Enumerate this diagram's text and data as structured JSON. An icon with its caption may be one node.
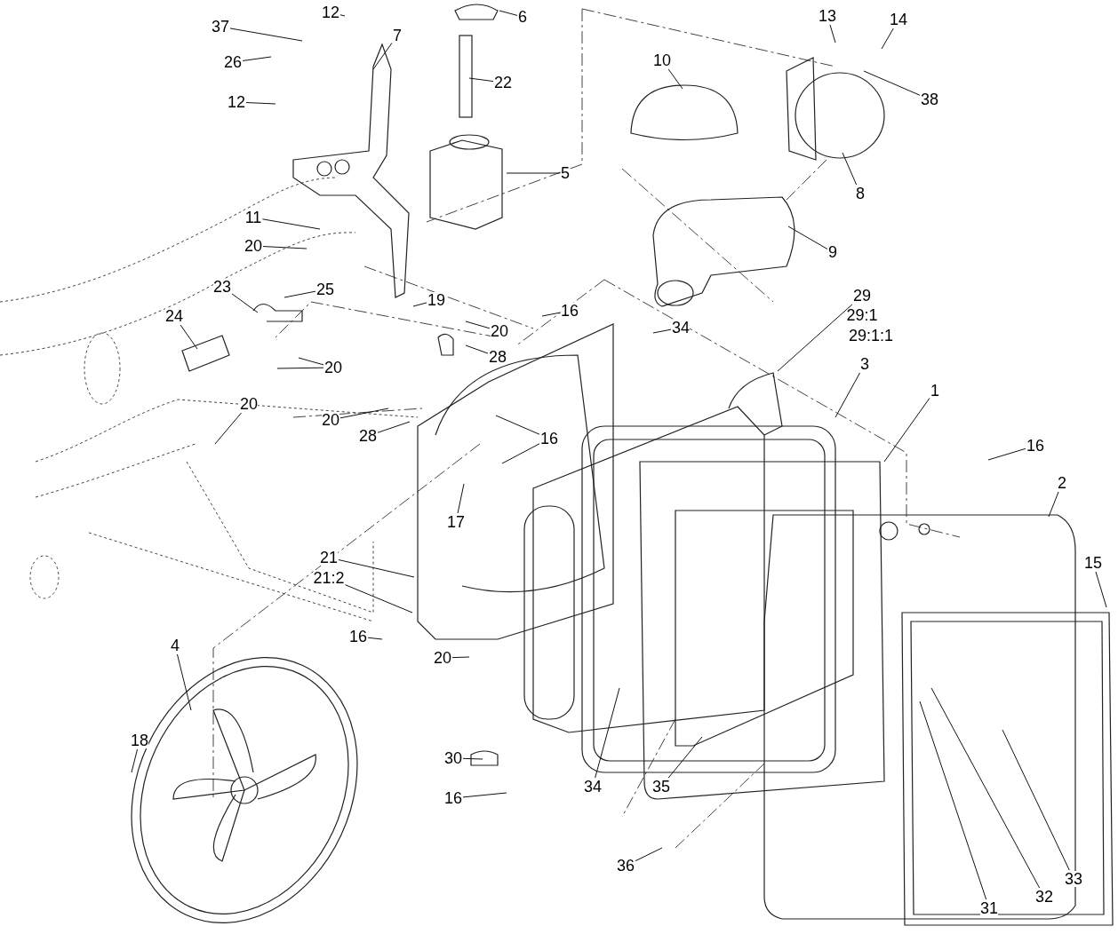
{
  "diagram": {
    "nodes": [
      {
        "text": [
          "12"
        ]
      },
      {
        "text": [
          "6"
        ]
      },
      {
        "text": [
          "37"
        ]
      },
      {
        "text": [
          "26"
        ]
      },
      {
        "text": [
          "7"
        ]
      },
      {
        "text": [
          "22"
        ]
      },
      {
        "text": [
          "12"
        ]
      },
      {
        "text": [
          "13"
        ]
      },
      {
        "text": [
          "14"
        ]
      },
      {
        "text": [
          "10"
        ]
      },
      {
        "text": [
          "38"
        ]
      },
      {
        "text": [
          "5"
        ]
      },
      {
        "text": [
          "8"
        ]
      },
      {
        "text": [
          "11"
        ]
      },
      {
        "text": [
          "20"
        ]
      },
      {
        "text": [
          "9"
        ]
      },
      {
        "text": [
          "23"
        ]
      },
      {
        "text": [
          "25"
        ]
      },
      {
        "text": [
          "19"
        ]
      },
      {
        "text": [
          "24"
        ]
      },
      {
        "text": [
          "16"
        ]
      },
      {
        "text": [
          "20"
        ]
      },
      {
        "text": [
          "34"
        ]
      },
      {
        "text": [
          "29"
        ]
      },
      {
        "text": [
          "28"
        ]
      },
      {
        "text": [
          "20"
        ]
      },
      {
        "text": [
          "3"
        ]
      },
      {
        "text": [
          "1"
        ]
      },
      {
        "text": [
          "20"
        ]
      },
      {
        "text": [
          "20"
        ]
      },
      {
        "text": [
          "28"
        ]
      },
      {
        "text": [
          "16"
        ]
      },
      {
        "text": [
          "16"
        ]
      },
      {
        "text": [
          "17"
        ]
      },
      {
        "text": [
          "2"
        ]
      },
      {
        "text": [
          "15"
        ]
      },
      {
        "text": [
          "21"
        ]
      },
      {
        "text": [
          "21:2"
        ]
      },
      {
        "text": [
          "16"
        ]
      },
      {
        "text": [
          "20"
        ]
      },
      {
        "text": [
          "4"
        ]
      },
      {
        "text": [
          "18"
        ]
      },
      {
        "text": [
          "30"
        ]
      },
      {
        "text": [
          "16"
        ]
      },
      {
        "text": [
          "34"
        ]
      },
      {
        "text": [
          "35"
        ]
      },
      {
        "text": [
          "36"
        ]
      },
      {
        "text": [
          "31"
        ]
      },
      {
        "text": [
          "32"
        ]
      },
      {
        "text": [
          "33"
        ]
      }
    ],
    "edges": [
      {
        "from": 0,
        "to": null,
        "arrow": "none"
      },
      {
        "from": 1,
        "to": null,
        "arrow": "none"
      },
      {
        "from": 2,
        "to": null,
        "arrow": "none"
      },
      {
        "from": 3,
        "to": null,
        "arrow": "none"
      },
      {
        "from": 4,
        "to": null,
        "arrow": "none"
      },
      {
        "from": 5,
        "to": null,
        "arrow": "none"
      },
      {
        "from": 6,
        "to": null,
        "arrow": "none"
      },
      {
        "from": 7,
        "to": null,
        "arrow": "none"
      },
      {
        "from": 8,
        "to": null,
        "arrow": "none"
      },
      {
        "from": 9,
        "to": null,
        "arrow": "none"
      },
      {
        "from": 10,
        "to": null,
        "arrow": "none"
      },
      {
        "from": 11,
        "to": null,
        "arrow": "none"
      },
      {
        "from": 12,
        "to": null,
        "arrow": "none"
      },
      {
        "from": 13,
        "to": null,
        "arrow": "none"
      },
      {
        "from": 14,
        "to": null,
        "arrow": "none"
      },
      {
        "from": 15,
        "to": null,
        "arrow": "none"
      },
      {
        "from": 16,
        "to": null,
        "arrow": "none"
      },
      {
        "from": 17,
        "to": null,
        "arrow": "none"
      },
      {
        "from": 18,
        "to": null,
        "arrow": "none"
      },
      {
        "from": 19,
        "to": null,
        "arrow": "none"
      },
      {
        "from": 20,
        "to": null,
        "arrow": "none"
      },
      {
        "from": 21,
        "to": null,
        "arrow": "none"
      },
      {
        "from": 22,
        "to": null,
        "arrow": "none"
      },
      {
        "from": 23,
        "to": null,
        "arrow": "none"
      },
      {
        "from": 24,
        "to": null,
        "arrow": "none"
      },
      {
        "from": 25,
        "to": null,
        "arrow": "none"
      },
      {
        "from": 26,
        "to": null,
        "arrow": "none"
      },
      {
        "from": 27,
        "to": null,
        "arrow": "none"
      },
      {
        "from": 28,
        "to": null,
        "arrow": "none"
      },
      {
        "from": 29,
        "to": null,
        "arrow": "none"
      },
      {
        "from": 30,
        "to": null,
        "arrow": "none"
      },
      {
        "from": 31,
        "to": null,
        "arrow": "none"
      },
      {
        "from": 32,
        "to": null,
        "arrow": "none"
      },
      {
        "from": 33,
        "to": null,
        "arrow": "none"
      },
      {
        "from": 34,
        "to": null,
        "arrow": "none"
      },
      {
        "from": 35,
        "to": null,
        "arrow": "none"
      },
      {
        "from": 36,
        "to": null,
        "arrow": "none"
      },
      {
        "from": 37,
        "to": null,
        "arrow": "none"
      },
      {
        "from": 38,
        "to": null,
        "arrow": "none"
      },
      {
        "from": 39,
        "to": null,
        "arrow": "none"
      },
      {
        "from": 40,
        "to": null,
        "arrow": "none"
      },
      {
        "from": 41,
        "to": null,
        "arrow": "none"
      },
      {
        "from": 42,
        "to": null,
        "arrow": "none"
      },
      {
        "from": 43,
        "to": null,
        "arrow": "none"
      },
      {
        "from": 44,
        "to": null,
        "arrow": "none"
      },
      {
        "from": 45,
        "to": null,
        "arrow": "none"
      },
      {
        "from": 46,
        "to": null,
        "arrow": "none"
      },
      {
        "from": 47,
        "to": null,
        "arrow": "none"
      },
      {
        "from": 48,
        "to": null,
        "arrow": "none"
      },
      {
        "from": 49,
        "to": null,
        "arrow": "none"
      },
      {
        "from": 25,
        "to": null,
        "arrow": "none"
      },
      {
        "from": 31,
        "to": null,
        "arrow": "none"
      }
    ],
    "labels": [
      "29:1",
      "29:1:1"
    ]
  }
}
